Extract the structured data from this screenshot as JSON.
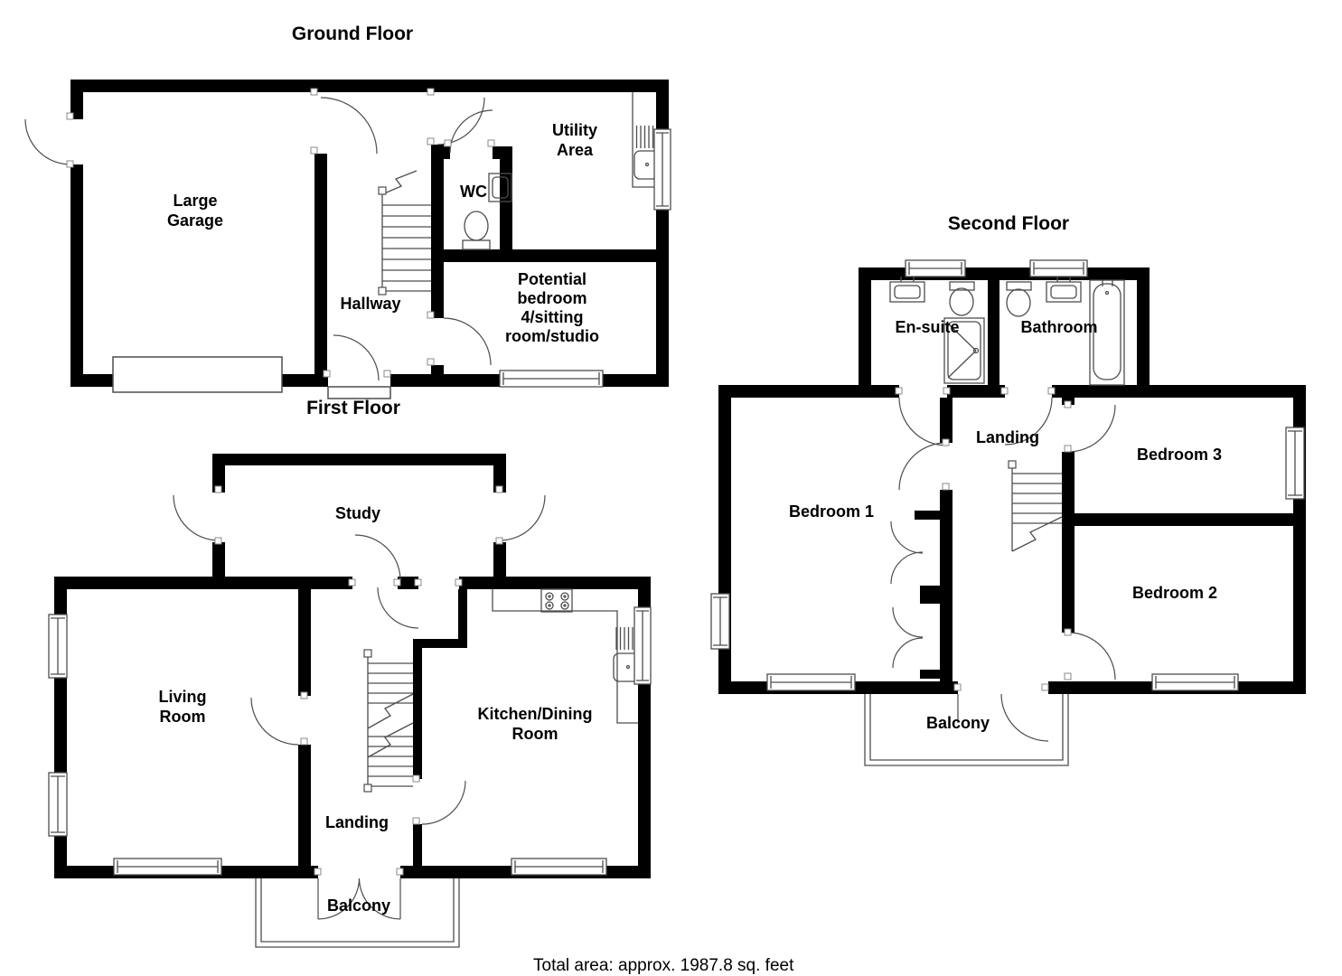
{
  "colors": {
    "background": "#ffffff",
    "wall": "#000000",
    "line": "#4d4d4d"
  },
  "footer": {
    "total_area": "Total area: approx. 1987.8 sq. feet"
  },
  "floors": {
    "ground": {
      "title": "Ground Floor",
      "rooms": {
        "garage": {
          "lines": [
            "Large",
            "Garage"
          ]
        },
        "hallway": {
          "lines": [
            "Hallway"
          ]
        },
        "wc": {
          "lines": [
            "WC"
          ]
        },
        "utility": {
          "lines": [
            "Utility",
            "Area"
          ]
        },
        "bedroom4": {
          "lines": [
            "Potential",
            "bedroom",
            "4/sitting",
            "room/studio"
          ]
        }
      }
    },
    "first": {
      "title": "First Floor",
      "rooms": {
        "study": {
          "lines": [
            "Study"
          ]
        },
        "living": {
          "lines": [
            "Living",
            "Room"
          ]
        },
        "landing": {
          "lines": [
            "Landing"
          ]
        },
        "kitchen": {
          "lines": [
            "Kitchen/Dining",
            "Room"
          ]
        },
        "balcony": {
          "lines": [
            "Balcony"
          ]
        }
      }
    },
    "second": {
      "title": "Second Floor",
      "rooms": {
        "ensuite": {
          "lines": [
            "En-suite"
          ]
        },
        "bathroom": {
          "lines": [
            "Bathroom"
          ]
        },
        "landing": {
          "lines": [
            "Landing"
          ]
        },
        "bed1": {
          "lines": [
            "Bedroom 1"
          ]
        },
        "bed3": {
          "lines": [
            "Bedroom 3"
          ]
        },
        "bed2": {
          "lines": [
            "Bedroom 2"
          ]
        },
        "balcony": {
          "lines": [
            "Balcony"
          ]
        }
      }
    }
  }
}
